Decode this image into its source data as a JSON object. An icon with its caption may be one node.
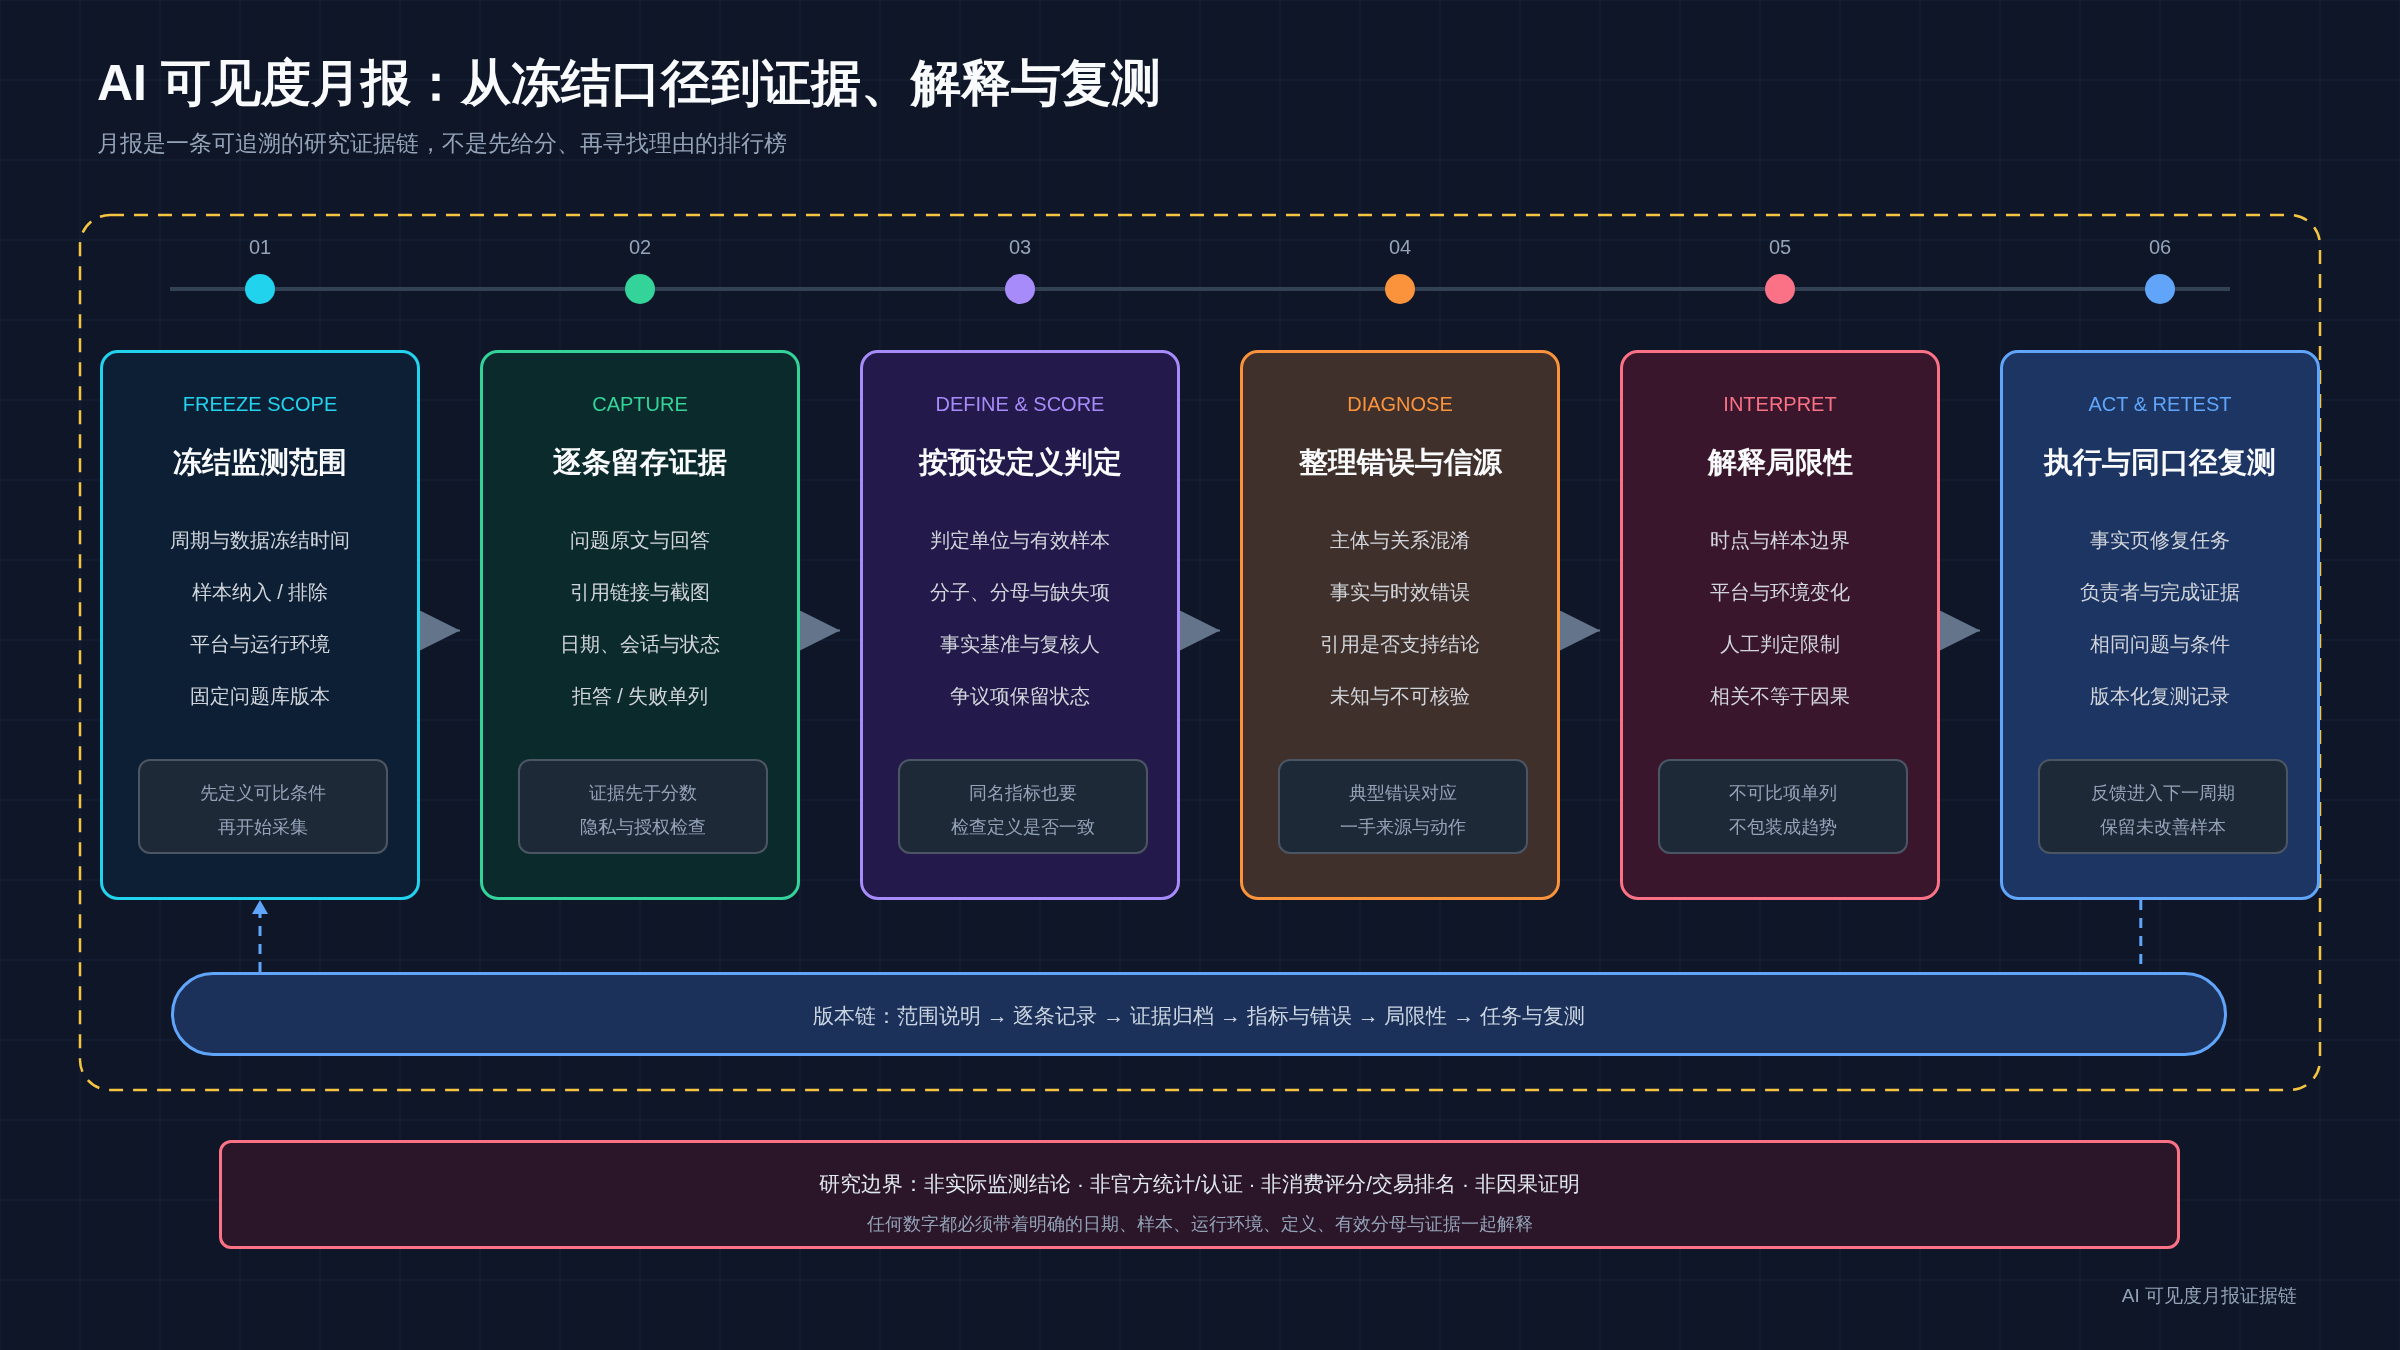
{
  "diagram": {
    "title": "AI 可见度月报：从冻结口径到证据、解释与复测",
    "nodes": [
      {
        "text": [
          "FREEZE SCOPE",
          "冻结监测范围",
          "周期与数据冻结时间",
          "样本纳入 / 排除",
          "平台与运行环境",
          "固定问题库版本"
        ]
      },
      {
        "text": [
          "CAPTURE",
          "逐条留存证据",
          "问题原文与回答",
          "引用链接与截图",
          "日期、会话与状态",
          "拒答 / 失败单列"
        ]
      },
      {
        "text": [
          "DEFINE & SCORE",
          "按预设定义判定",
          "判定单位与有效样本",
          "分子、分母与缺失项",
          "事实基准与复核人",
          "争议项保留状态"
        ]
      },
      {
        "text": [
          "DIAGNOSE",
          "整理错误与信源",
          "主体与关系混淆",
          "事实与时效错误",
          "引用是否支持结论",
          "未知与不可核验"
        ]
      },
      {
        "text": [
          "INTERPRET",
          "解释局限性",
          "时点与样本边界",
          "平台与环境变化",
          "人工判定限制",
          "相关不等于因果"
        ]
      },
      {
        "text": [
          "ACT & RETEST",
          "执行与同口径复测",
          "事实页修复任务",
          "负责者与完成证据",
          "相同问题与条件",
          "版本化复测记录"
        ]
      },
      {
        "text": [
          "先定义可比条件",
          "再开始采集"
        ],
        "in": 0
      },
      {
        "text": [
          "证据先于分数",
          "隐私与授权检查"
        ],
        "in": 1
      },
      {
        "text": [
          "同名指标也要",
          "检查定义是否一致"
        ],
        "in": 2
      },
      {
        "text": [
          "典型错误对应",
          "一手来源与动作"
        ],
        "in": 3
      },
      {
        "text": [
          "不可比项单列",
          "不包装成趋势"
        ],
        "in": 4
      },
      {
        "text": [
          "反馈进入下一周期",
          "保留未改善样本"
        ],
        "in": 5
      },
      {
        "text": [
          "版本链：范围说明 → 逐条记录 → 证据归档 → 指标与错误 → 局限性 → 任务与复测"
        ]
      },
      {
        "text": [
          "研究边界：非实际监测结论 · 非官方统计/认证 · 非消费评分/交易排名 · 非因果证明",
          "任何数字都必须带着明确的日期、样本、运行环境、定义、有效分母与证据一起解释"
        ]
      }
    ],
    "edges": [
      {
        "from": 0,
        "to": 1,
        "arrow": "to"
      },
      {
        "from": 1,
        "to": 2,
        "arrow": "to"
      },
      {
        "from": 2,
        "to": 3,
        "arrow": "to"
      },
      {
        "from": 3,
        "to": 4,
        "arrow": "to"
      },
      {
        "from": 4,
        "to": 5,
        "arrow": "to"
      },
      {
        "from": 5,
        "to": 12,
        "arrow": "none",
        "style": "dashed",
        "color": "#60a5fa"
      },
      {
        "from": 12,
        "to": 0,
        "arrow": "to",
        "style": "dashed",
        "color": "#60a5fa"
      }
    ],
    "labels": [
      "月报是一条可追溯的研究证据链，不是先给分、再寻找理由的排行榜",
      "01",
      "02",
      "03",
      "04",
      "05",
      "06",
      "AI 可见度月报证据链"
    ]
  }
}
